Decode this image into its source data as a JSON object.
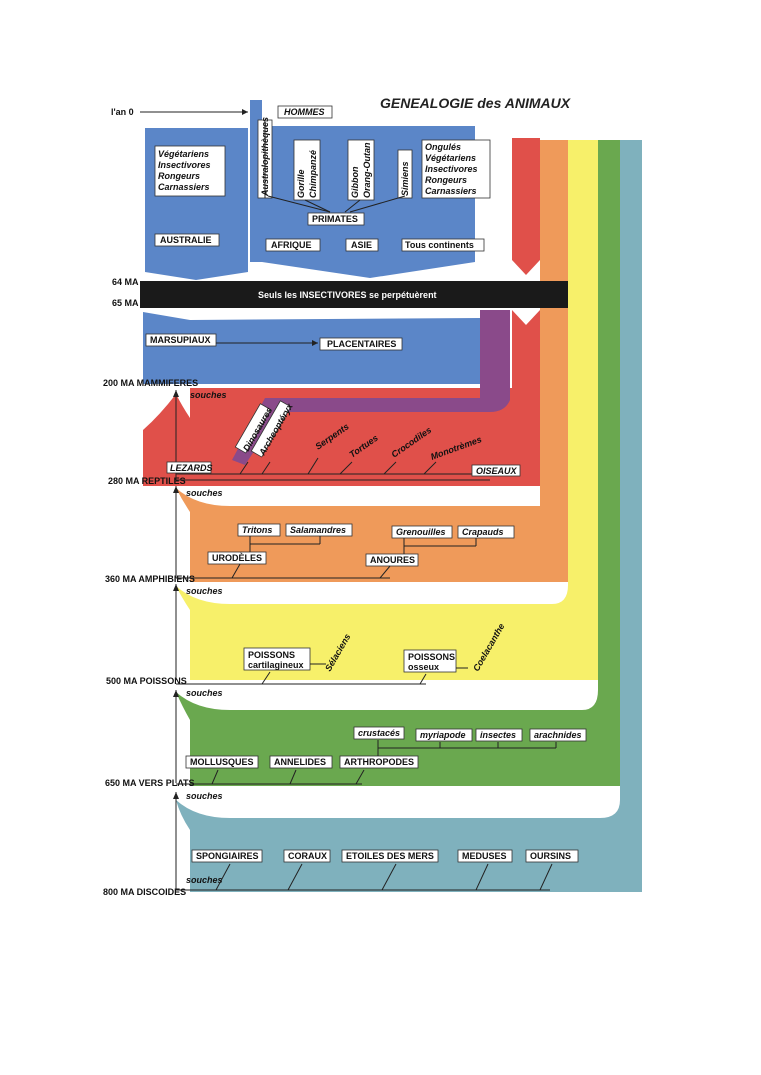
{
  "title": "GENEALOGIE des ANIMAUX",
  "colors": {
    "blue_mammals": "#5b86c8",
    "red_reptiles": "#e0504a",
    "orange_amphibians": "#ef9a5a",
    "yellow_fish": "#f7f06a",
    "green_worms": "#6aa84f",
    "teal_discoids": "#7fb1bd",
    "dark_band": "#1a1a1a",
    "purple_dino": "#8a4a8a"
  },
  "eras": {
    "an0": "l'an 0",
    "ma64": "64 MA",
    "ma65": "65 MA",
    "ma200": "200 MA MAMMIFERES",
    "ma280": "280 MA REPTILES",
    "ma360": "360 MA AMPHIBIENS",
    "ma500": "500 MA POISSONS",
    "ma650": "650 MA VERS PLATS",
    "ma800": "800 MA DISCOIDES"
  },
  "souches": "souches",
  "extinction": "Seuls les INSECTIVORES se perpétuèrent",
  "mammals": {
    "hommes": "HOMMES",
    "australopitheques": "Australopithèques",
    "gorille": "Gorille",
    "chimpanze": "Chimpanzé",
    "gibbon": "Gibbon",
    "orang": "Orang-Outan",
    "simiens": "Simiens",
    "primates": "PRIMATES",
    "left_diet": [
      "Végétariens",
      "Insectivores",
      "Rongeurs",
      "Carnassiers"
    ],
    "right_diet": [
      "Ongulés",
      "Végétariens",
      "Insectivores",
      "Rongeurs",
      "Carnassiers"
    ],
    "australie": "AUSTRALIE",
    "afrique": "AFRIQUE",
    "asie": "ASIE",
    "tous": "Tous continents",
    "marsupiaux": "MARSUPIAUX",
    "placentaires": "PLACENTAIRES"
  },
  "reptiles": {
    "dinosaures": "Dinosaures",
    "archeopteryx": "Archeoptéryx",
    "serpents": "Serpents",
    "tortues": "Tortues",
    "crocodiles": "Crocodiles",
    "monotremes": "Monotrèmes",
    "lezards": "LEZARDS",
    "oiseaux": "OISEAUX"
  },
  "amphibians": {
    "tritons": "Tritons",
    "salamandres": "Salamandres",
    "grenouilles": "Grenouilles",
    "crapauds": "Crapauds",
    "urodeles": "URODÈLES",
    "anoures": "ANOURES"
  },
  "fish": {
    "cartilagineux": [
      "POISSONS",
      "cartilagineux"
    ],
    "selaciens": "Sélaciens",
    "osseux": [
      "POISSONS",
      "osseux"
    ],
    "coelacanthe": "Coelacanthe"
  },
  "worms": {
    "crustaces": "crustacés",
    "myriapode": "myriapode",
    "insectes": "insectes",
    "arachnides": "arachnides",
    "mollusques": "MOLLUSQUES",
    "annelides": "ANNELIDES",
    "arthropodes": "ARTHROPODES"
  },
  "discoids": {
    "spongiaires": "SPONGIAIRES",
    "coraux": "CORAUX",
    "etoiles": "ETOILES DES MERS",
    "meduses": "MEDUSES",
    "oursins": "OURSINS"
  }
}
